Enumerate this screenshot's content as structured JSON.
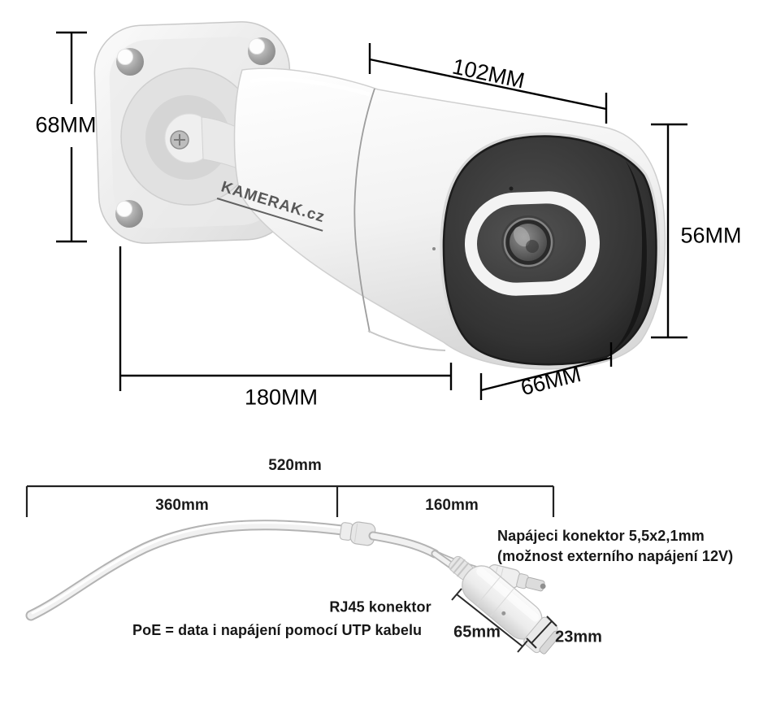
{
  "camera": {
    "brand_logo": "KAMERAK.cz",
    "dimensions": {
      "mount_height": "68MM",
      "body_top_length": "102MM",
      "front_height": "56MM",
      "total_length": "180MM",
      "front_width": "66MM"
    }
  },
  "cable": {
    "dimensions": {
      "total_length": "520mm",
      "cable_segment": "360mm",
      "pigtail_segment": "160mm",
      "poe_adapter_length": "65mm",
      "poe_adapter_width": "23mm"
    },
    "annotations": {
      "power_connector_line1": "Napájeci konektor 5,5x2,1mm",
      "power_connector_line2": "(možnost externího napájení 12V)",
      "rj45_connector": "RJ45 konektor",
      "poe_note": "PoE = data i napájení pomocí UTP kabelu"
    }
  },
  "colors": {
    "background": "#ffffff",
    "dimension_line": "#000000",
    "annotation_text": "#171717",
    "camera_face_dark": "#3a3a3a",
    "camera_body_white": "#f4f4f4",
    "logo_gray": "#585858"
  }
}
